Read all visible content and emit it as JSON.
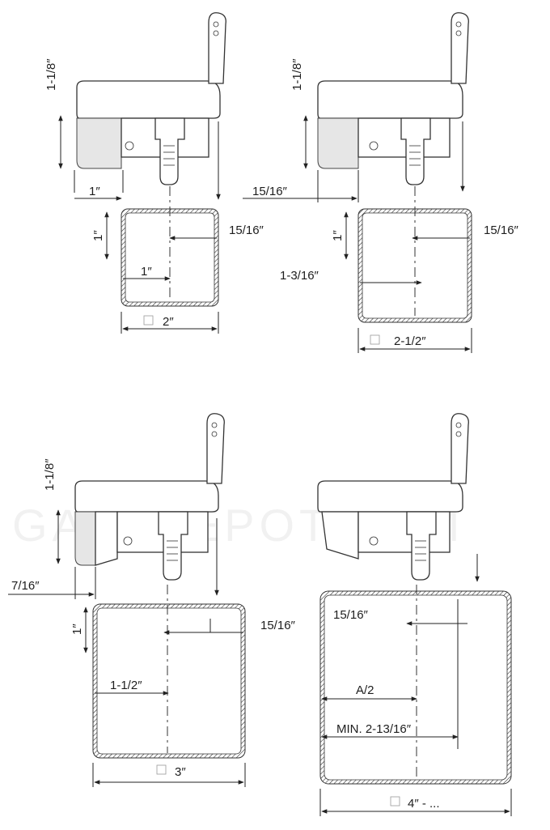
{
  "watermark": "GATEDEPOT.COM",
  "diagrams": [
    {
      "id": "post-2in",
      "height_label": "1-1/8″",
      "clamp_offset_label": "1″",
      "edge_offset_label": "15/16″",
      "top_offset_label": "1″",
      "center_offset_label": "1″",
      "post_size_label": "2″"
    },
    {
      "id": "post-2-1-2in",
      "height_label": "1-1/8″",
      "clamp_offset_label": "15/16″",
      "edge_offset_label": "15/16″",
      "top_offset_label": "1″",
      "center_offset_label": "1-3/16″",
      "post_size_label": "2-1/2″"
    },
    {
      "id": "post-3in",
      "height_label": "1-1/8″",
      "clamp_offset_label": "7/16″",
      "edge_offset_label": "15/16″",
      "top_offset_label": "1″",
      "center_offset_label": "1-1/2″",
      "post_size_label": "3″"
    },
    {
      "id": "post-4in-plus",
      "edge_offset_label": "15/16″",
      "center_offset_label": "A/2",
      "min_offset_label": "MIN. 2-13/16″",
      "post_size_label": "4″ - ..."
    }
  ]
}
